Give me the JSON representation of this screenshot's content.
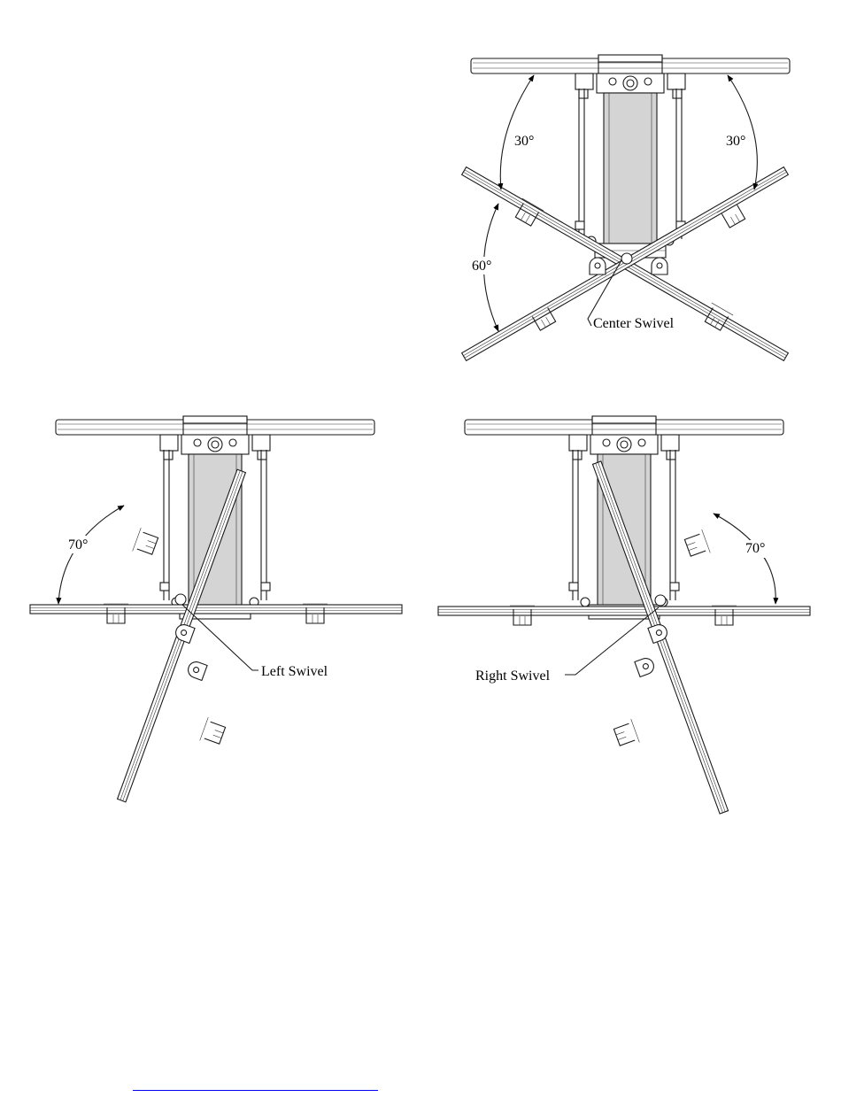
{
  "views": {
    "center": {
      "angle_upper_left": "30°",
      "angle_upper_right": "30°",
      "angle_lower": "60°",
      "swivel_label": "Center Swivel"
    },
    "left": {
      "angle": "70°",
      "swivel_label": "Left Swivel"
    },
    "right": {
      "angle": "70°",
      "swivel_label": "Right Swivel"
    }
  },
  "colors": {
    "line": "#1a1a1a",
    "body": "#d4d4d4",
    "link": "#0000ee"
  }
}
